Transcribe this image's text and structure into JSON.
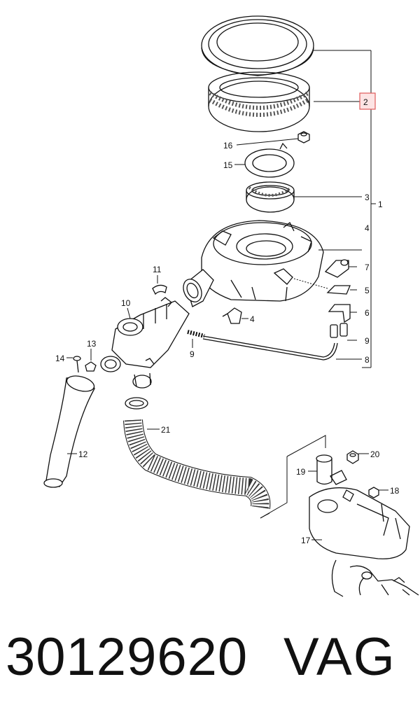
{
  "callouts": {
    "c1": "1",
    "c2": "2",
    "c3": "3",
    "c4a": "4",
    "c4b": "4",
    "c5": "5",
    "c6": "6",
    "c7": "7",
    "c8": "8",
    "c9a": "9",
    "c9b": "9",
    "c10": "10",
    "c11": "11",
    "c12": "12",
    "c13": "13",
    "c14": "14",
    "c15": "15",
    "c16": "16",
    "c17": "17",
    "c18": "18",
    "c19": "19",
    "c20": "20",
    "c21": "21"
  },
  "highlight_color": "#e05a5a",
  "footer": {
    "part_number": "30129620",
    "brand": "VAG"
  }
}
